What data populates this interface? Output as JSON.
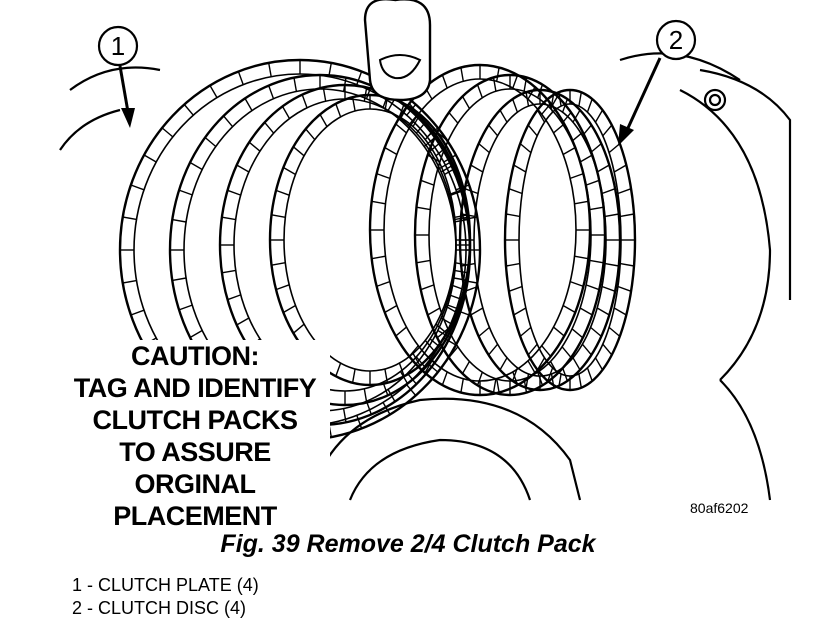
{
  "figure": {
    "callouts": [
      {
        "number": "1"
      },
      {
        "number": "2"
      }
    ],
    "caution_lines": [
      "CAUTION:",
      "TAG AND IDENTIFY",
      "CLUTCH PACKS",
      "TO ASSURE",
      "ORGINAL",
      "PLACEMENT"
    ],
    "figure_id": "80af6202",
    "colors": {
      "ink": "#000000",
      "paper": "#ffffff"
    }
  },
  "caption": "Fig. 39 Remove 2/4 Clutch Pack",
  "legend": [
    "1 - CLUTCH PLATE (4)",
    "2 - CLUTCH DISC (4)"
  ]
}
